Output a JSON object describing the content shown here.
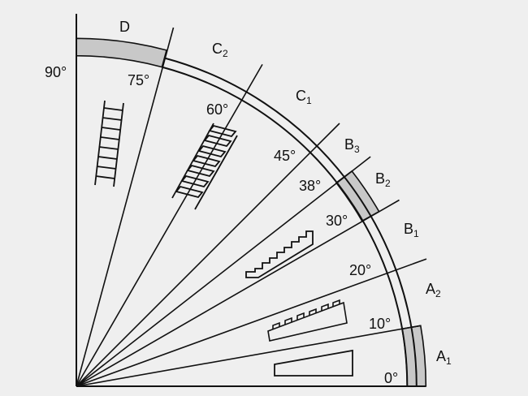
{
  "angle_labels": [
    {
      "key": "a0",
      "text": "0°"
    },
    {
      "key": "a10",
      "text": "10°"
    },
    {
      "key": "a20",
      "text": "20°"
    },
    {
      "key": "a30",
      "text": "30°"
    },
    {
      "key": "a38",
      "text": "38°"
    },
    {
      "key": "a45",
      "text": "45°"
    },
    {
      "key": "a60",
      "text": "60°"
    },
    {
      "key": "a75",
      "text": "75°"
    },
    {
      "key": "a90",
      "text": "90°"
    }
  ],
  "zones": [
    {
      "key": "A1",
      "letter": "A",
      "sub": "1",
      "shaded": true
    },
    {
      "key": "A2",
      "letter": "A",
      "sub": "2",
      "shaded": false
    },
    {
      "key": "B1",
      "letter": "B",
      "sub": "1",
      "shaded": false
    },
    {
      "key": "B2",
      "letter": "B",
      "sub": "2",
      "shaded": true
    },
    {
      "key": "B3",
      "letter": "B",
      "sub": "3",
      "shaded": false
    },
    {
      "key": "C1",
      "letter": "C",
      "sub": "1",
      "shaded": false
    },
    {
      "key": "C2",
      "letter": "C",
      "sub": "2",
      "shaded": false
    },
    {
      "key": "D",
      "letter": "D",
      "sub": "",
      "shaded": true
    }
  ],
  "icons": [
    "ramp-icon",
    "stepped-ramp-icon",
    "stairs-icon",
    "ship-ladder-icon",
    "ladder-icon"
  ],
  "colors": {
    "line": "#111111",
    "shade": "#c8c8c8",
    "background": "#efefef"
  }
}
